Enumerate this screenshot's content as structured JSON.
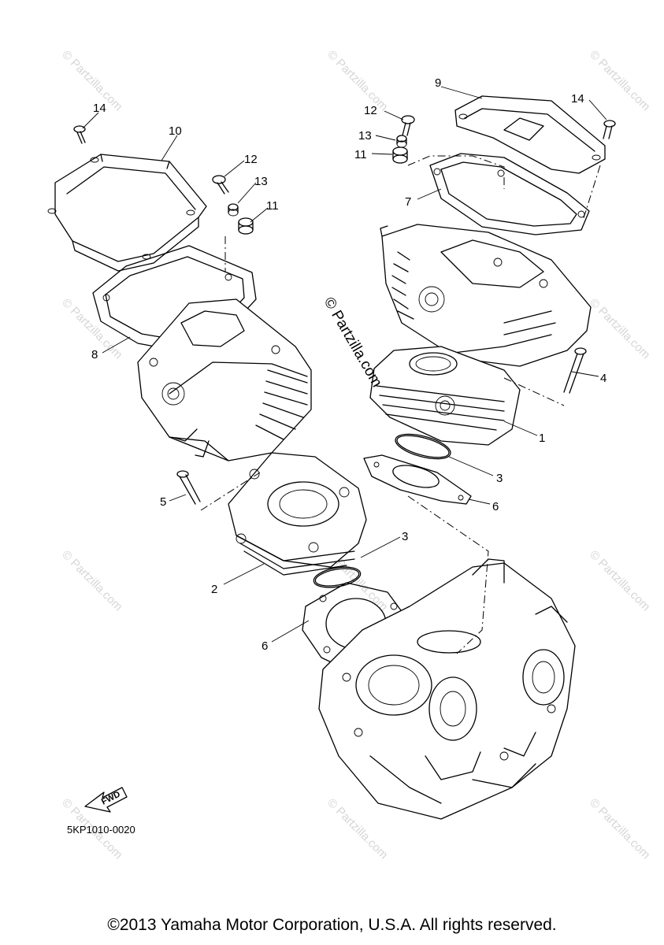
{
  "callouts": {
    "c1": "1",
    "c2": "2",
    "c3a": "3",
    "c3b": "3",
    "c4": "4",
    "c5": "5",
    "c6a": "6",
    "c6b": "6",
    "c7": "7",
    "c8": "8",
    "c9": "9",
    "c10": "10",
    "c11a": "11",
    "c11b": "11",
    "c12a": "12",
    "c12b": "12",
    "c13a": "13",
    "c13b": "13",
    "c14a": "14",
    "c14b": "14"
  },
  "watermark": {
    "text": "© Partzilla.com",
    "center_text": "© Partzilla.com"
  },
  "fwd_label": "FWD",
  "reference_code": "5KP1010-0020",
  "copyright": "©2013 Yamaha Motor Corporation, U.S.A. All rights reserved."
}
